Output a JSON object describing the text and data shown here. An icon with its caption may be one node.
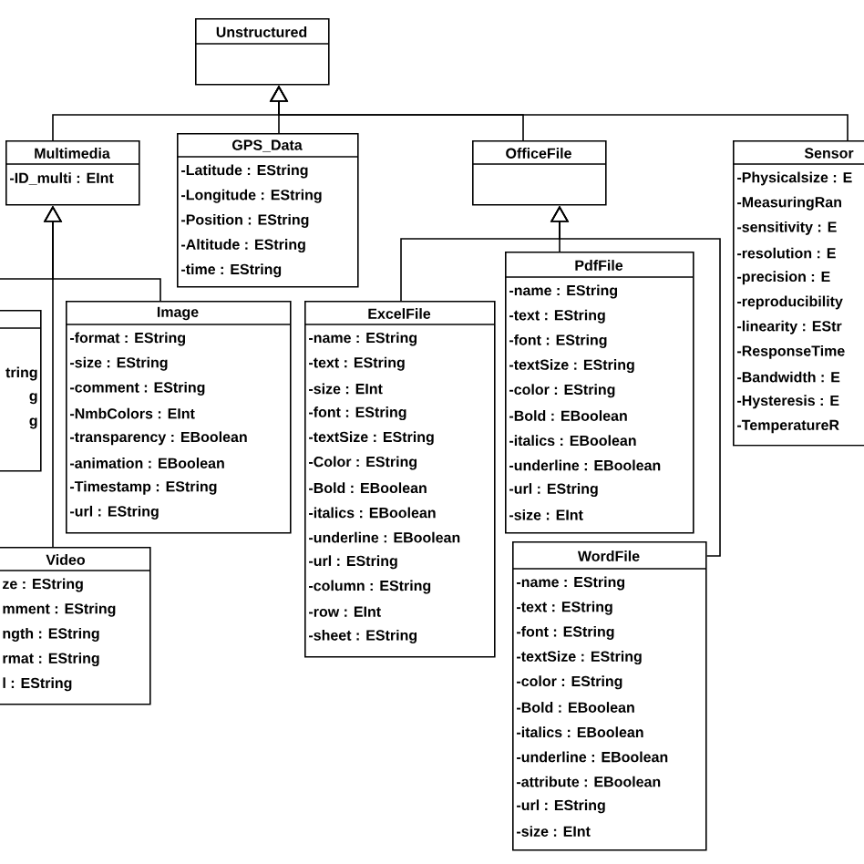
{
  "diagram": {
    "nodes": [
      {
        "text": [
          "Unstructured"
        ]
      },
      {
        "text": [
          "Multimedia",
          "-ID_multi : EInt"
        ]
      },
      {
        "text": [
          "GPS_Data",
          "-Latitude : EString",
          "-Longitude : EString",
          "-Position : EString",
          "-Altitude : EString",
          "-time : EString"
        ]
      },
      {
        "text": [
          "OfficeFile"
        ]
      },
      {
        "text": [
          "Sensor",
          "-Physicalsize : E",
          "-MeasuringRan",
          "-sensitivity : E",
          "-resolution : E",
          "-precision : E",
          "-reproducibility",
          "-linearity : EStr",
          "-ResponseTime",
          "-Bandwidth : E",
          "-Hysteresis : E",
          "-TemperatureR"
        ]
      },
      {
        "text": [
          "tring",
          "g",
          "g"
        ]
      },
      {
        "text": [
          "Image",
          "-format : EString",
          "-size : EString",
          "-comment : EString",
          "-NmbColors : EInt",
          "-transparency : EBoolean",
          "-animation : EBoolean",
          "-Timestamp : EString",
          "-url : EString"
        ]
      },
      {
        "text": [
          "ExcelFile",
          "-name : EString",
          "-text : EString",
          "-size : EInt",
          "-font : EString",
          "-textSize : EString",
          "-Color : EString",
          "-Bold : EBoolean",
          "-italics : EBoolean",
          "-underline : EBoolean",
          "-url : EString",
          "-column : EString",
          "-row : EInt",
          "-sheet : EString"
        ]
      },
      {
        "text": [
          "PdfFile",
          "-name : EString",
          "-text : EString",
          "-font : EString",
          "-textSize : EString",
          "-color : EString",
          "-Bold : EBoolean",
          "-italics : EBoolean",
          "-underline : EBoolean",
          "-url : EString",
          "-size : EInt"
        ]
      },
      {
        "text": [
          "Video",
          "ze : EString",
          "mment : EString",
          "ngth : EString",
          "rmat : EString",
          "l : EString"
        ]
      },
      {
        "text": [
          "WordFile",
          "-name : EString",
          "-text : EString",
          "-font : EString",
          "-textSize : EString",
          "-color : EString",
          "-Bold : EBoolean",
          "-italics : EBoolean",
          "-underline : EBoolean",
          "-attribute : EBoolean",
          "-url : EString",
          "-size : EInt"
        ]
      }
    ],
    "edges": [
      {
        "from": 1,
        "to": 0,
        "arrow": "to"
      },
      {
        "from": 2,
        "to": 0,
        "arrow": "to"
      },
      {
        "from": 3,
        "to": 0,
        "arrow": "to"
      },
      {
        "from": 4,
        "to": 0,
        "arrow": "to"
      },
      {
        "from": 5,
        "to": 1,
        "arrow": "to"
      },
      {
        "from": 6,
        "to": 1,
        "arrow": "to"
      },
      {
        "from": 9,
        "to": 1,
        "arrow": "to"
      },
      {
        "from": 7,
        "to": 3,
        "arrow": "to"
      },
      {
        "from": 8,
        "to": 3,
        "arrow": "to"
      },
      {
        "from": 10,
        "to": 3,
        "arrow": "to"
      }
    ]
  }
}
